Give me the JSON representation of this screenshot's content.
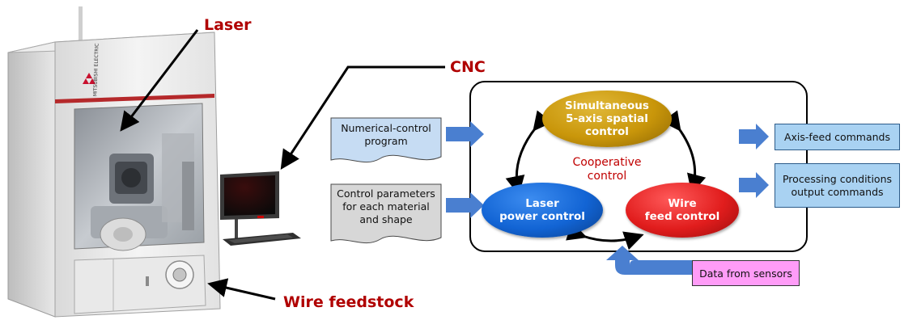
{
  "labels": {
    "laser": "Laser",
    "cnc": "CNC",
    "wire_feedstock": "Wire feedstock"
  },
  "inputs": {
    "nc_program": "Numerical-control\nprogram",
    "control_params": "Control parameters\nfor each material\nand shape"
  },
  "controls": {
    "spatial": "Simultaneous\n5-axis spatial\ncontrol",
    "laser_power": "Laser\npower control",
    "wire_feed": "Wire\nfeed control",
    "cooperative": "Cooperative\ncontrol"
  },
  "outputs": {
    "axis_feed": "Axis-feed commands",
    "processing": "Processing conditions\noutput commands"
  },
  "sensors": {
    "label": "Data from sensors"
  },
  "machine": {
    "brand": "MITSUBISHI\nELECTRIC"
  },
  "colors": {
    "callout_red": "#b00000",
    "gold_ellipse": "#c9960a",
    "blue_ellipse": "#1264d4",
    "red_ellipse": "#e11d1d",
    "arrow_blue": "#4a7fd0",
    "doc_blue": "#c6dcf3",
    "doc_gray": "#d7d7d7",
    "output_blue": "#a9d2f2",
    "sensor_pink": "#ff9cf7"
  }
}
